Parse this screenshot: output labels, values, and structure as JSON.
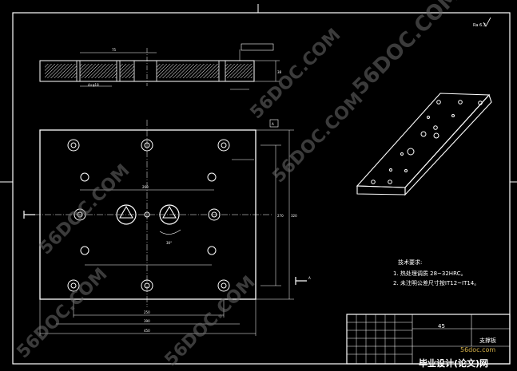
{
  "drawing": {
    "title_block": {
      "part_name": "支撑板",
      "material": "45",
      "footer_brand": "毕业设计(论文)网",
      "footer_site": "56doc.com"
    },
    "notes": {
      "heading": "技术要求:",
      "lines": [
        "1. 热处理调质 28~32HRC。",
        "2. 未注明公差尺寸按IT12~IT14。"
      ]
    },
    "roughness_note": "Ra 6.3",
    "datum_label": "A",
    "section_label": "A",
    "dimensions": {
      "overall_width": "450",
      "hole_span_outer": "390",
      "hole_span_inner": "250",
      "height_outer": "320",
      "height_inner": "270",
      "center_spacing": "260",
      "angle": "30°",
      "thickness_label": "38",
      "counterbore_note": "4×φ18",
      "top_view_dim": "75"
    },
    "watermarks": [
      "56DOC.COM",
      "56DOC.COM",
      "56DOC.COM",
      "56DOC.COM",
      "56DOC.COM",
      "56DOC.COM"
    ]
  }
}
